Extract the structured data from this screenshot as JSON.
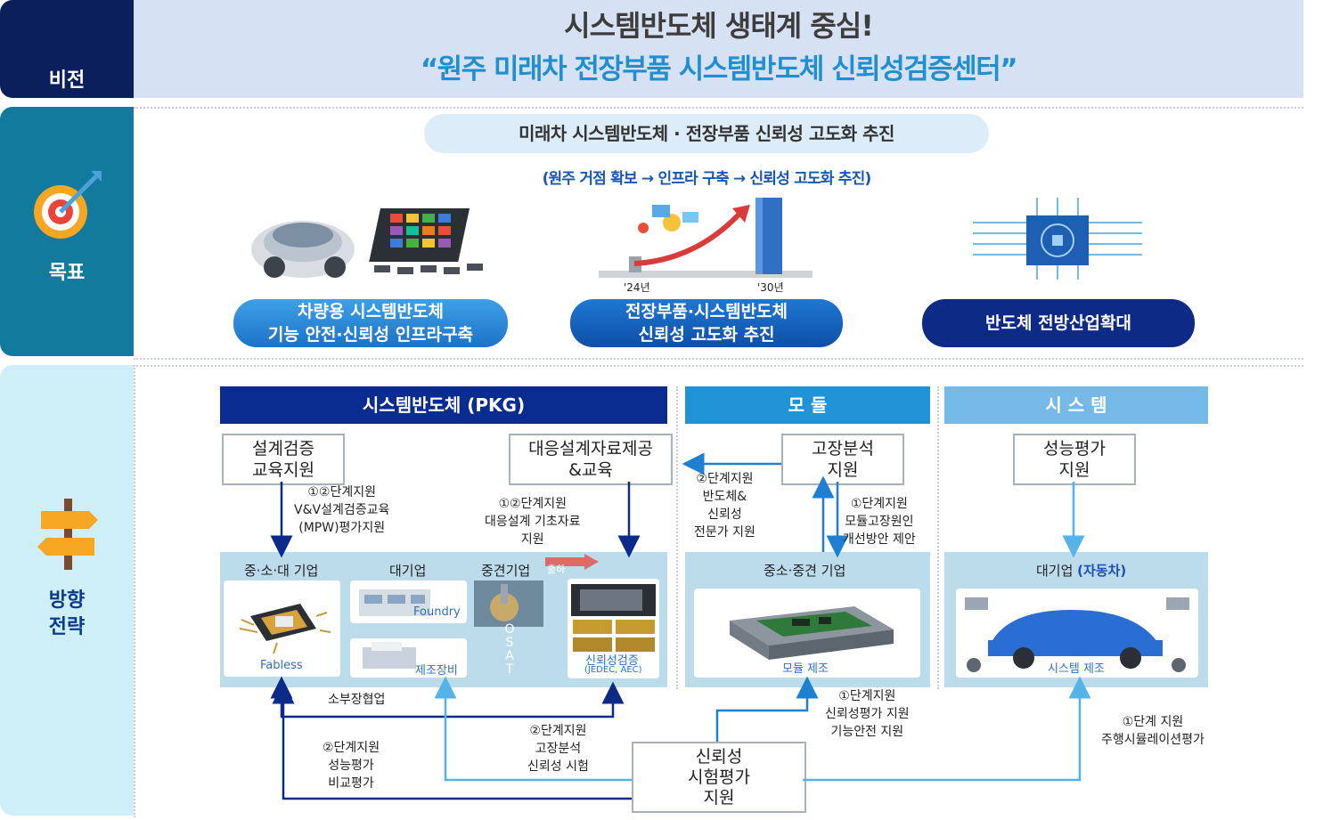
{
  "vision": {
    "side_label": "비전",
    "title_line1": "시스템반도체 생태계 중심!",
    "title_line2": "“원주 미래차 전장부품 시스템반도체 신뢰성검증센터”"
  },
  "goal": {
    "side_label": "목표",
    "main_pill": "미래차 시스템반도체 · 전장부품 신뢰성 고도화 추진",
    "sub_text": "(원주 거점 확보 → 인프라 구축 → 신뢰성 고도화 추진)",
    "year_start": "'24년",
    "year_end": "'30년",
    "pills": [
      {
        "line1": "차량용 시스템반도체",
        "line2": "기능 안전·신뢰성 인프라구축"
      },
      {
        "line1": "전장부품·시스템반도체",
        "line2": "신뢰성 고도화 추진"
      },
      {
        "line1": "반도체 전방산업확대",
        "line2": ""
      }
    ]
  },
  "strategy": {
    "side_label_1": "방향",
    "side_label_2": "전략",
    "headers": {
      "pkg": "시스템반도체 (PKG)",
      "module": "모 듈",
      "system": "시 스 템"
    },
    "boxes": {
      "design_edu_1": "설계검증",
      "design_edu_2": "교육지원",
      "data_edu_1": "대응설계자료제공",
      "data_edu_2": "&교육",
      "failure_1": "고장분석",
      "failure_2": "지원",
      "perf_1": "성능평가",
      "perf_2": "지원",
      "reliability_1": "신뢰성",
      "reliability_2": "시험평가",
      "reliability_3": "지원"
    },
    "annotations": {
      "a1_1": "①②단계지원",
      "a1_2": "V&V설계검증교육",
      "a1_3": "(MPW)평가지원",
      "a2_1": "①②단계지원",
      "a2_2": "대응설계 기초자료",
      "a2_3": "지원",
      "a3_1": "②단계지원",
      "a3_2": "반도체&",
      "a3_3": "신뢰성",
      "a3_4": "전문가 지원",
      "a4_1": "①단계지원",
      "a4_2": "모듈고장원인",
      "a4_3": "개선방안 제안",
      "a5": "소부장협업",
      "a6_1": "②단계지원",
      "a6_2": "성능평가",
      "a6_3": "비교평가",
      "a7_1": "②단계지원",
      "a7_2": "고장분석",
      "a7_3": "신뢰성 시험",
      "a8_1": "①단계지원",
      "a8_2": "신뢰성평가 지원",
      "a8_3": "기능안전 지원",
      "a9_1": "①단계 지원",
      "a9_2": "주행시뮬레이션평가"
    },
    "pkg_panel": {
      "col1": "중·소·대 기업",
      "col2": "대기업",
      "col3": "중견기업",
      "ship": "출하",
      "fabless": "Fabless",
      "foundry": "Foundry",
      "equipment": "제조장비",
      "osat": "OSAT",
      "verify": "신뢰성검증",
      "verify_sub": "(JEDEC, AEC)"
    },
    "module_panel": {
      "title": "중소·중견 기업",
      "caption": "모듈 제조"
    },
    "system_panel": {
      "title_prefix": "대기업 ",
      "title_highlight": "(자동차)",
      "caption": "시스템 제조"
    }
  },
  "colors": {
    "navy": "#0b1f5c",
    "teal": "#127a9c",
    "light_cyan": "#cfeff8",
    "pkg_header": "#0a2b8f",
    "module_header": "#1f93d6",
    "system_header": "#74b9e8",
    "accent_blue": "#1557b3",
    "arrow_red": "#e24a4a"
  }
}
